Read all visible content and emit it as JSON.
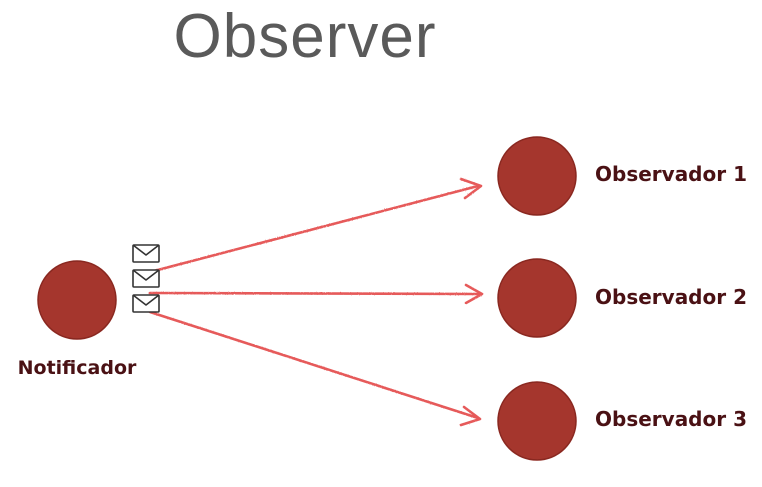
{
  "title": "Observer",
  "notifier": {
    "label": "Notificador"
  },
  "observers": [
    {
      "label": "Observador 1"
    },
    {
      "label": "Observador 2"
    },
    {
      "label": "Observador 3"
    }
  ],
  "colors": {
    "node_fill": "#b03a30",
    "node_stroke": "#8e2a22",
    "arrow": "#e65a5a",
    "label_text": "#4a1114",
    "title_text": "#5a5a5a",
    "envelope_stroke": "#333333"
  },
  "messages": [
    {
      "icon": "envelope-icon"
    },
    {
      "icon": "envelope-icon"
    },
    {
      "icon": "envelope-icon"
    }
  ]
}
